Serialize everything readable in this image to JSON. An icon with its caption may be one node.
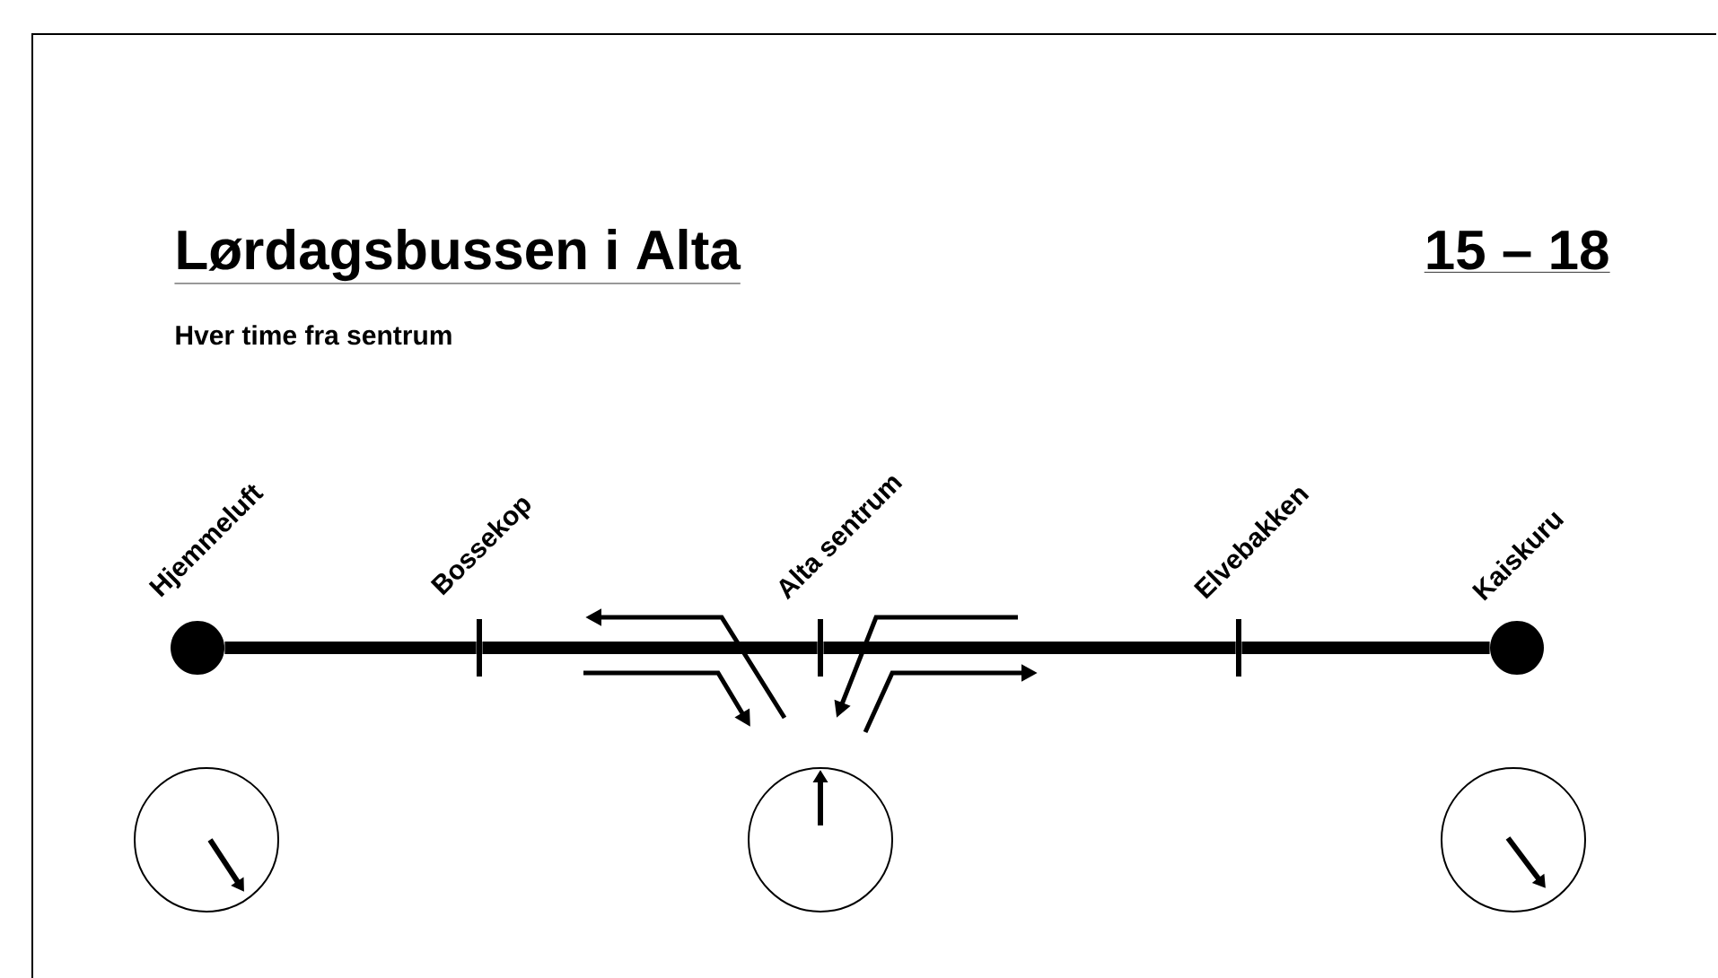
{
  "diagram": {
    "title": "Lørdagsbussen i Alta",
    "nodes": [
      {
        "text": [
          "Hjemmeluft"
        ]
      },
      {
        "text": [
          "Bossekop"
        ]
      },
      {
        "text": [
          "Alta sentrum"
        ]
      },
      {
        "text": [
          "Elvebakken"
        ]
      },
      {
        "text": [
          "Kaiskuru"
        ]
      }
    ],
    "edges": [
      {
        "from": 0,
        "to": 1,
        "arrow": "none"
      },
      {
        "from": 1,
        "to": 2,
        "arrow": "none"
      },
      {
        "from": 2,
        "to": 3,
        "arrow": "none"
      },
      {
        "from": 3,
        "to": 4,
        "arrow": "none"
      }
    ],
    "labels": [
      "15 – 18",
      "Hver time fra sentrum"
    ]
  }
}
